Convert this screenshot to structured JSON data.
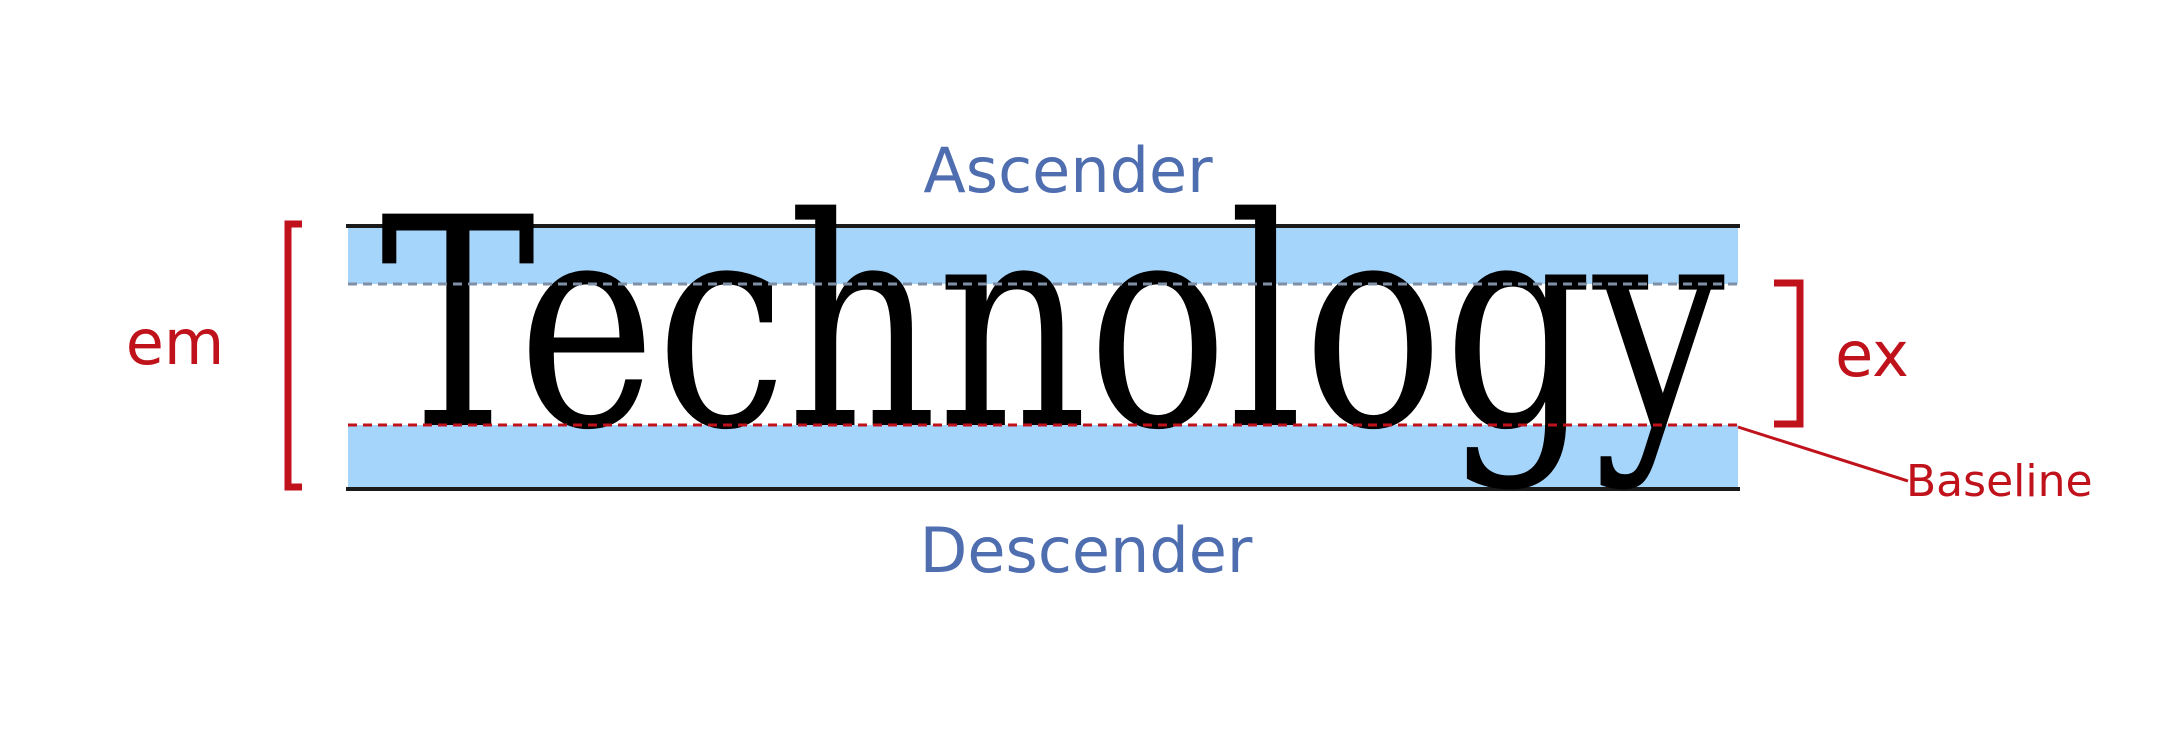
{
  "word": "Technology",
  "labels": {
    "ascender": "Ascender",
    "descender": "Descender",
    "em": "em",
    "ex": "ex",
    "baseline": "Baseline"
  },
  "colors": {
    "band": "#a6d5fb",
    "rule": "#1a1a1a",
    "guide_gray": "#7f8fa6",
    "accent_blue": "#4f6eb0",
    "accent_red": "#c0121b"
  }
}
